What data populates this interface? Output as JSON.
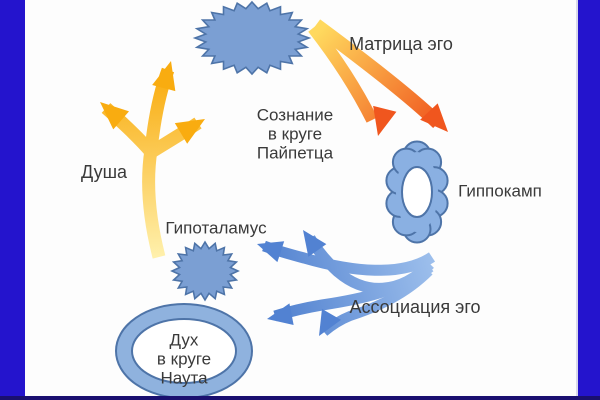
{
  "labels": {
    "matrix_ego": "Матрица эго",
    "consciousness": [
      "Сознание",
      "в круге",
      "Пайпетца"
    ],
    "hippocampus": "Гиппокамп",
    "soul": "Душа",
    "hypothalamus": "Гипоталамус",
    "ego_association": "Ассоциация эго",
    "spirit": [
      "Дух",
      "в круге",
      "Наута"
    ]
  },
  "colors": {
    "frame_stripe": "#2414cd",
    "frame_bottom": "#1a1070",
    "shape_fill": "#7b9fd3",
    "shape_stroke": "#4e74a8",
    "flower_fill": "#8ab0e2",
    "ring_fill": "#8fb2de",
    "hole_fill": "#ffffff",
    "yellow_tail": "#fff2b0",
    "yellow_head": "#f9ac10",
    "orange_start": "#ffd95e",
    "orange_end": "#f0561e",
    "blue_dark": "#4b7ccd",
    "blue_light": "#9dbfec",
    "blue_head": "#5282d2",
    "text": "#3a3a3a"
  }
}
